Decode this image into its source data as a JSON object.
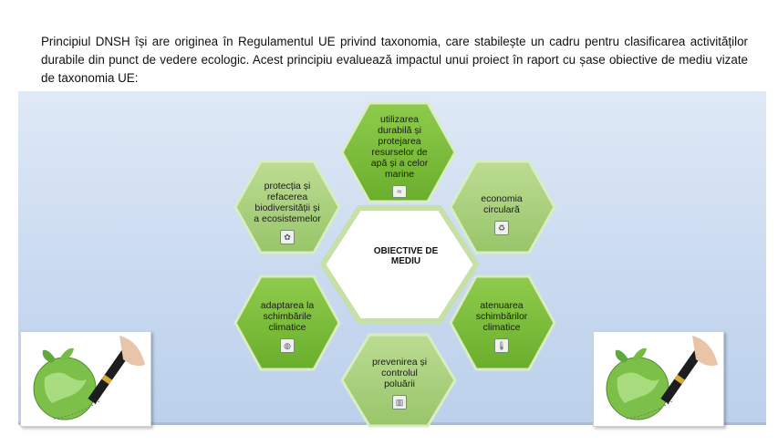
{
  "intro": {
    "text": "Principiul DNSH își are originea în Regulamentul UE privind taxonomia, care stabilește un cadru pentru clasificarea activităților durabile din punct de vedere ecologic. Acest principiu evaluează impactul unui proiect în raport cu șase obiective de mediu vizate de taxonomia UE:"
  },
  "diagram": {
    "center": "OBIECTIVE DE MEDIU",
    "objectives": [
      {
        "id": "water",
        "lines": [
          "utilizarea",
          "durabilă și",
          "protejarea",
          "resurselor de",
          "apă și a celor",
          "marine"
        ],
        "icon": "water-icon"
      },
      {
        "id": "circular",
        "lines": [
          "economia",
          "circulară"
        ],
        "icon": "recycle-icon"
      },
      {
        "id": "mitigation",
        "lines": [
          "atenuarea",
          "schimbărilor",
          "climatice"
        ],
        "icon": "thermometer-icon"
      },
      {
        "id": "pollution",
        "lines": [
          "prevenirea și",
          "controlul",
          "poluării"
        ],
        "icon": "factory-icon"
      },
      {
        "id": "adaptation",
        "lines": [
          "adaptarea la",
          "schimbările",
          "climatice"
        ],
        "icon": "globe-icon"
      },
      {
        "id": "biodiversity",
        "lines": [
          "protecția și",
          "refacerea",
          "biodiversității și",
          "a ecosistemelor"
        ],
        "icon": "plant-icon"
      }
    ],
    "colors": {
      "dark_hex": "#7cbd3a",
      "light_hex": "#a9d07a",
      "center_hex": "#ffffff",
      "outline": "#c6e0a8"
    }
  },
  "images": {
    "left": "globe-and-pen-illustration",
    "right": "globe-and-pen-illustration"
  }
}
